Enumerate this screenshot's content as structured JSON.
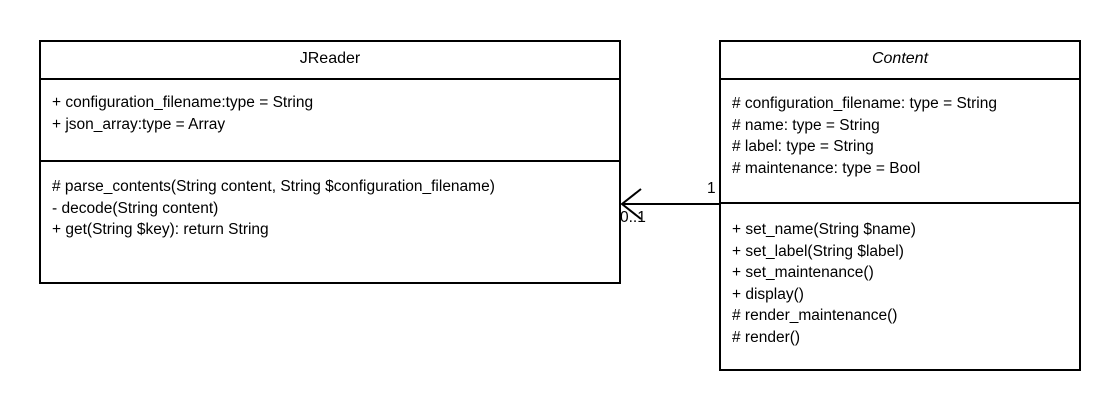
{
  "classes": {
    "jreader": {
      "name": "JReader",
      "attributes": [
        "+ configuration_filename:type = String",
        "+ json_array:type = Array"
      ],
      "operations": [
        "# parse_contents(String content, String $configuration_filename)",
        "- decode(String content)",
        "+ get(String $key): return String"
      ]
    },
    "content": {
      "name": "Content",
      "abstract": true,
      "attributes": [
        "# configuration_filename: type = String",
        "# name: type = String",
        "# label: type = String",
        "# maintenance: type = Bool"
      ],
      "operations": [
        "+ set_name(String $name)",
        "+ set_label(String $label)",
        "+ set_maintenance()",
        "+ display()",
        "# render_maintenance()",
        "# render()"
      ]
    }
  },
  "association": {
    "source_multiplicity": "1",
    "target_multiplicity": "0..1"
  },
  "colors": {
    "line": "#000000",
    "background": "#ffffff"
  }
}
